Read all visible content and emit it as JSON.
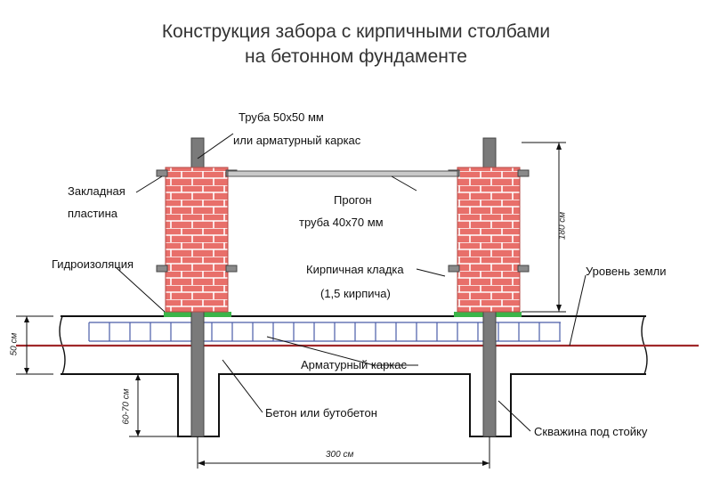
{
  "title": {
    "line1": "Конструкция забора с кирпичными столбами",
    "line2": "на бетонном фундаменте"
  },
  "labels": {
    "pipe_line1": "Труба 50х50 мм",
    "pipe_line2": "или арматурный каркас",
    "embedded_line1": "Закладная",
    "embedded_line2": "пластина",
    "rail_line1": "Прогон",
    "rail_line2": "труба 40х70 мм",
    "waterproofing": "Гидроизоляция",
    "masonry_line1": "Кирпичная кладка",
    "masonry_line2": "(1,5 кирпича)",
    "ground_level": "Уровень земли",
    "rebar_frame": "Арматурный каркас",
    "concrete": "Бетон или бутобетон",
    "borehole": "Скважина под стойку"
  },
  "dimensions": {
    "height_180": "180 см",
    "depth_50": "50 см",
    "depth_60_70": "60-70 см",
    "span_300": "300 см"
  },
  "colors": {
    "brick": "#e86f6a",
    "brick_mortar": "#ffffff",
    "post": "#7a7a7a",
    "rail": "#c9c9c9",
    "waterproofing": "#3bb54a",
    "ground_line": "#a0282a",
    "rebar": "#4a5ca8",
    "outline": "#111111"
  }
}
